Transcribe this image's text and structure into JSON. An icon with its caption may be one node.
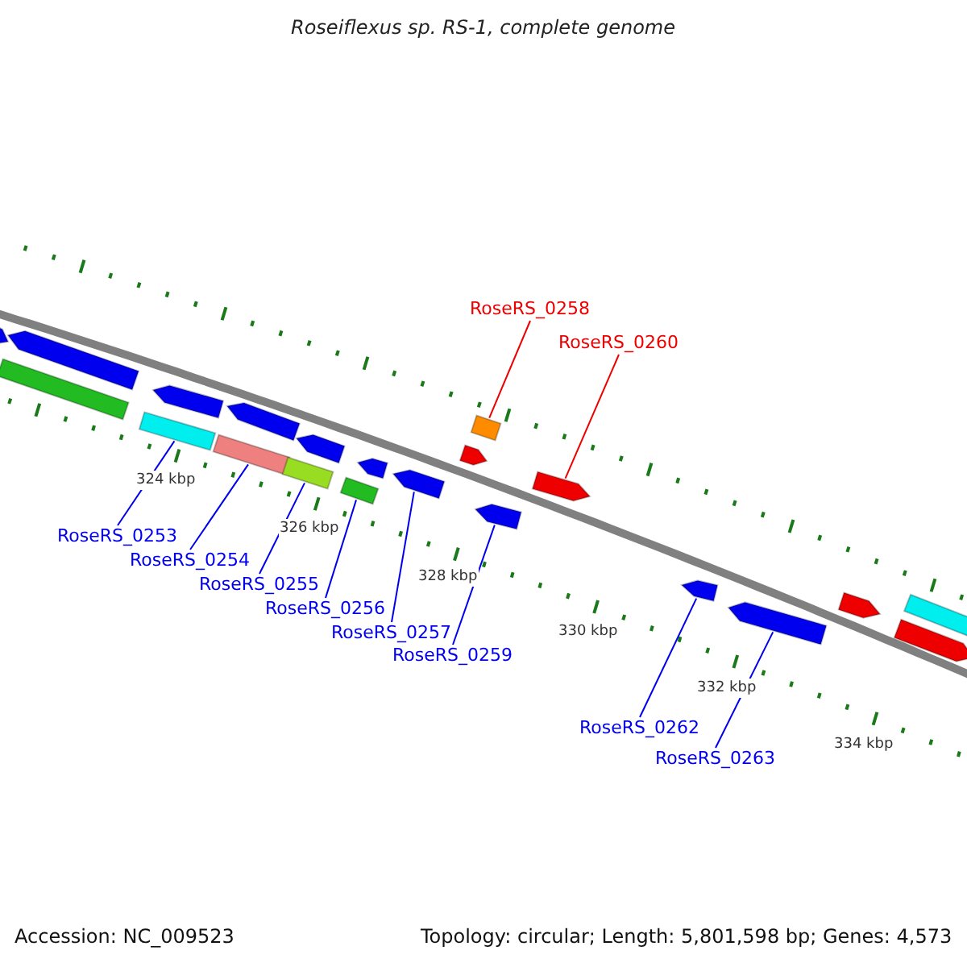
{
  "diagram": {
    "title": "Roseiflexus sp. RS-1, complete genome",
    "nodes": [
      {
        "text": [],
        "shape": "arrow"
      },
      {
        "text": [],
        "shape": "arrow"
      },
      {
        "text": [],
        "shape": "box"
      },
      {
        "text": [],
        "shape": "arrow"
      },
      {
        "text": [],
        "shape": "box"
      },
      {
        "text": [],
        "shape": "arrow"
      },
      {
        "text": [],
        "shape": "box"
      },
      {
        "text": [],
        "shape": "arrow"
      },
      {
        "text": [],
        "shape": "box"
      },
      {
        "text": [],
        "shape": "arrow"
      },
      {
        "text": [],
        "shape": "box"
      },
      {
        "text": [],
        "shape": "arrow"
      },
      {
        "text": [],
        "shape": "box"
      },
      {
        "text": [],
        "shape": "arrow"
      },
      {
        "text": [],
        "shape": "arrow"
      },
      {
        "text": [],
        "shape": "arrow"
      },
      {
        "text": [],
        "shape": "arrow"
      },
      {
        "text": [],
        "shape": "arrow"
      },
      {
        "text": [],
        "shape": "arrow"
      },
      {
        "text": [],
        "shape": "box"
      },
      {
        "text": [],
        "shape": "arrow"
      },
      {
        "text": [
          "RoseRS_0258"
        ]
      },
      {
        "text": [
          "RoseRS_0260"
        ]
      },
      {
        "text": [
          "RoseRS_0253"
        ]
      },
      {
        "text": [
          "RoseRS_0254"
        ]
      },
      {
        "text": [
          "RoseRS_0255"
        ]
      },
      {
        "text": [
          "RoseRS_0256"
        ]
      },
      {
        "text": [
          "RoseRS_0257"
        ]
      },
      {
        "text": [
          "RoseRS_0259"
        ]
      },
      {
        "text": [
          "RoseRS_0262"
        ]
      },
      {
        "text": [
          "RoseRS_0263"
        ]
      }
    ],
    "edges": [
      {
        "from": 21,
        "to": 12,
        "arrow": "none",
        "color": "#ee0000"
      },
      {
        "from": 22,
        "to": 15,
        "arrow": "none",
        "color": "#ee0000"
      },
      {
        "from": 23,
        "to": 4,
        "arrow": "none"
      },
      {
        "from": 24,
        "to": 6,
        "arrow": "none"
      },
      {
        "from": 25,
        "to": 8,
        "arrow": "none"
      },
      {
        "from": 26,
        "to": 10,
        "arrow": "none"
      },
      {
        "from": 27,
        "to": 11,
        "arrow": "none"
      },
      {
        "from": 28,
        "to": 14,
        "arrow": "none"
      },
      {
        "from": 29,
        "to": 16,
        "arrow": "none"
      },
      {
        "from": 30,
        "to": 17,
        "arrow": "none"
      }
    ],
    "labels": [
      "324 kbp",
      "326 kbp",
      "328 kbp",
      "330 kbp",
      "332 kbp",
      "334 kbp",
      "Accession: NC_009523",
      "Topology: circular; Length: 5,801,598 bp; Genes: 4,573"
    ]
  }
}
